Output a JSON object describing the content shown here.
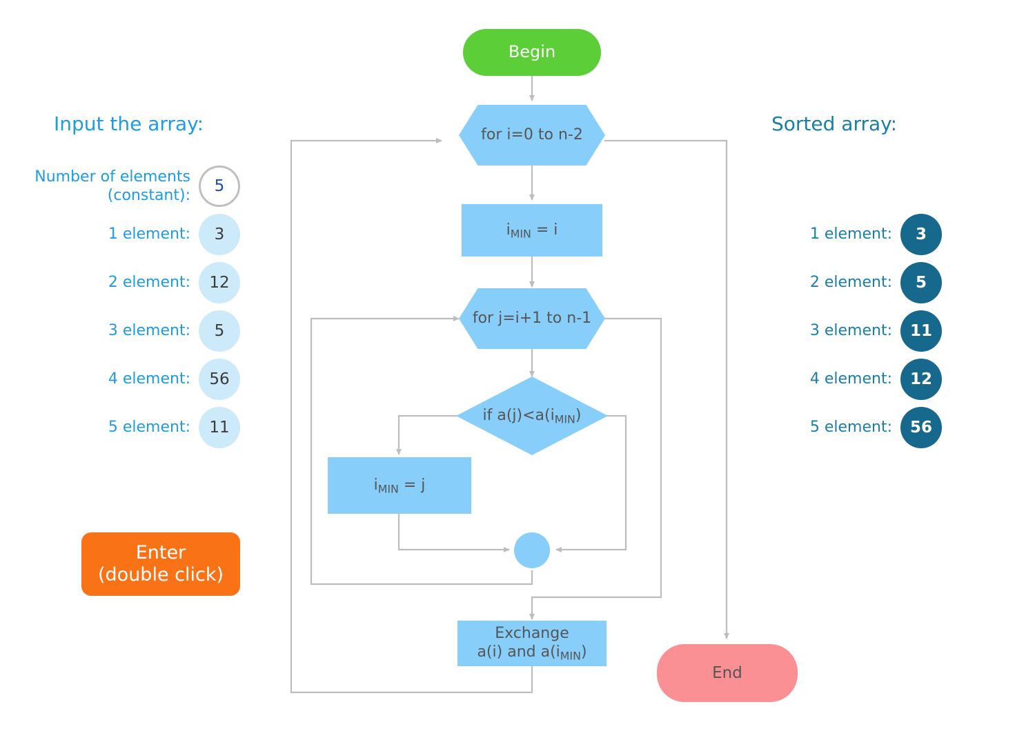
{
  "left_panel": {
    "title": "Input the array:",
    "constant_row": {
      "label": "Number of elements\n(constant):",
      "value": "5"
    },
    "rows": [
      {
        "label": "1 element:",
        "value": "3"
      },
      {
        "label": "2 element:",
        "value": "12"
      },
      {
        "label": "3 element:",
        "value": "5"
      },
      {
        "label": "4 element:",
        "value": "56"
      },
      {
        "label": "5 element:",
        "value": "11"
      }
    ],
    "enter_button": {
      "line1": "Enter",
      "line2": "(double click)"
    }
  },
  "right_panel": {
    "title": "Sorted array:",
    "rows": [
      {
        "label": "1 element:",
        "value": "3"
      },
      {
        "label": "2 element:",
        "value": "5"
      },
      {
        "label": "3 element:",
        "value": "11"
      },
      {
        "label": "4 element:",
        "value": "12"
      },
      {
        "label": "5 element:",
        "value": "56"
      }
    ]
  },
  "flowchart": {
    "begin": "Begin",
    "loop_i": "for i=0 to n-2",
    "assign_imin_i_prefix": "i",
    "assign_imin_i_sub": "MIN",
    "assign_imin_i_suffix": " = i",
    "loop_j": "for j=i+1 to n-1",
    "condition_prefix": "if a(j)<a(i",
    "condition_sub": "MIN",
    "condition_suffix": ")",
    "assign_imin_j_prefix": "i",
    "assign_imin_j_sub": "MIN",
    "assign_imin_j_suffix": " = j",
    "exchange_line1": "Exchange",
    "exchange_line2_prefix": "a(i) and a(i",
    "exchange_line2_sub": "MIN",
    "exchange_line2_suffix": ")",
    "end": "End"
  },
  "colors": {
    "begin_green": "#5BCE38",
    "end_salmon": "#FA8F94",
    "process_blue": "#87CEFA",
    "bubble_light": "#CCEAFA",
    "bubble_dark": "#16688C",
    "accent_orange": "#F97316",
    "label_blue": "#1D9BE3",
    "label_teal": "#1A7FA8",
    "connector_gray": "#BDBDBD"
  }
}
